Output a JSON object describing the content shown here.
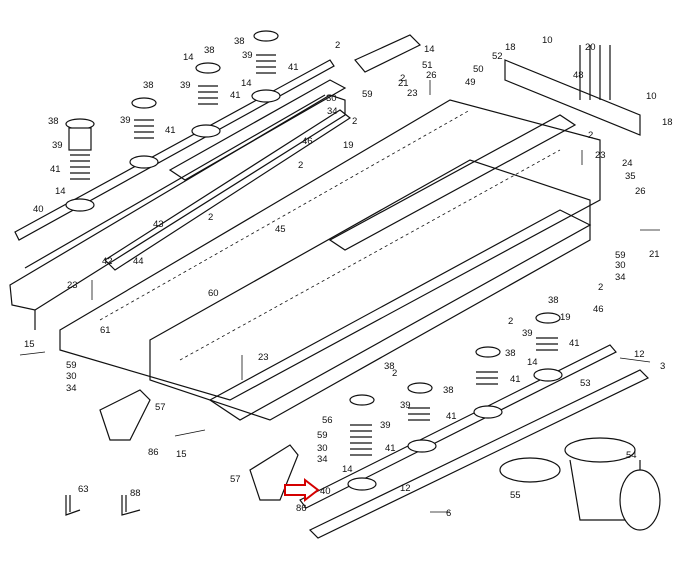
{
  "diagram": {
    "callouts": [
      {
        "id": "c38a",
        "text": "38"
      },
      {
        "id": "c39a",
        "text": "39"
      },
      {
        "id": "c41a",
        "text": "41"
      },
      {
        "id": "c14a",
        "text": "14"
      },
      {
        "id": "c38b",
        "text": "38"
      },
      {
        "id": "c39b",
        "text": "39"
      },
      {
        "id": "c41b",
        "text": "41"
      },
      {
        "id": "c14b",
        "text": "14"
      },
      {
        "id": "c38c",
        "text": "38"
      },
      {
        "id": "c39c",
        "text": "39"
      },
      {
        "id": "c41c",
        "text": "41"
      },
      {
        "id": "c38d",
        "text": "38"
      },
      {
        "id": "c39d",
        "text": "39"
      },
      {
        "id": "c41d",
        "text": "41"
      },
      {
        "id": "c14d",
        "text": "14"
      },
      {
        "id": "c40a",
        "text": "40"
      },
      {
        "id": "c42",
        "text": "42"
      },
      {
        "id": "c43",
        "text": "43"
      },
      {
        "id": "c44",
        "text": "44"
      },
      {
        "id": "c45",
        "text": "45"
      },
      {
        "id": "c2a",
        "text": "2"
      },
      {
        "id": "c2b",
        "text": "2"
      },
      {
        "id": "c2c",
        "text": "2"
      },
      {
        "id": "c2d",
        "text": "2"
      },
      {
        "id": "c2e",
        "text": "2"
      },
      {
        "id": "c2f",
        "text": "2"
      },
      {
        "id": "c2g",
        "text": "2"
      },
      {
        "id": "c2h",
        "text": "2"
      },
      {
        "id": "c2i",
        "text": "2"
      },
      {
        "id": "c21a",
        "text": "21"
      },
      {
        "id": "c21b",
        "text": "21"
      },
      {
        "id": "c23a",
        "text": "23"
      },
      {
        "id": "c23b",
        "text": "23"
      },
      {
        "id": "c23c",
        "text": "23"
      },
      {
        "id": "c23d",
        "text": "23"
      },
      {
        "id": "c30a",
        "text": "30"
      },
      {
        "id": "c59a",
        "text": "59"
      },
      {
        "id": "c34a",
        "text": "34"
      },
      {
        "id": "c46a",
        "text": "46"
      },
      {
        "id": "c19a",
        "text": "19"
      },
      {
        "id": "c14e",
        "text": "14"
      },
      {
        "id": "c51",
        "text": "51"
      },
      {
        "id": "c26a",
        "text": "26"
      },
      {
        "id": "c52",
        "text": "52"
      },
      {
        "id": "c50",
        "text": "50"
      },
      {
        "id": "c49",
        "text": "49"
      },
      {
        "id": "c18a",
        "text": "18"
      },
      {
        "id": "c10a",
        "text": "10"
      },
      {
        "id": "c20",
        "text": "20"
      },
      {
        "id": "c48",
        "text": "48"
      },
      {
        "id": "c10b",
        "text": "10"
      },
      {
        "id": "c18b",
        "text": "18"
      },
      {
        "id": "c24",
        "text": "24"
      },
      {
        "id": "c35",
        "text": "35"
      },
      {
        "id": "c26b",
        "text": "26"
      },
      {
        "id": "c59b",
        "text": "59"
      },
      {
        "id": "c30b",
        "text": "30"
      },
      {
        "id": "c34b",
        "text": "34"
      },
      {
        "id": "c46b",
        "text": "46"
      },
      {
        "id": "c19b",
        "text": "19"
      },
      {
        "id": "c38e",
        "text": "38"
      },
      {
        "id": "c60",
        "text": "60"
      },
      {
        "id": "c61",
        "text": "61"
      },
      {
        "id": "c15a",
        "text": "15"
      },
      {
        "id": "c59c",
        "text": "59"
      },
      {
        "id": "c30c",
        "text": "30"
      },
      {
        "id": "c34c",
        "text": "34"
      },
      {
        "id": "c57a",
        "text": "57"
      },
      {
        "id": "c86a",
        "text": "86"
      },
      {
        "id": "c15b",
        "text": "15"
      },
      {
        "id": "c56",
        "text": "56"
      },
      {
        "id": "c59d",
        "text": "59"
      },
      {
        "id": "c30d",
        "text": "30"
      },
      {
        "id": "c34d",
        "text": "34"
      },
      {
        "id": "c57b",
        "text": "57"
      },
      {
        "id": "c86b",
        "text": "86"
      },
      {
        "id": "c40b",
        "text": "40"
      },
      {
        "id": "c39e",
        "text": "39"
      },
      {
        "id": "c41e",
        "text": "41"
      },
      {
        "id": "c14f",
        "text": "14"
      },
      {
        "id": "c38f",
        "text": "38"
      },
      {
        "id": "c39f",
        "text": "39"
      },
      {
        "id": "c41f",
        "text": "41"
      },
      {
        "id": "c38g",
        "text": "38"
      },
      {
        "id": "c41g",
        "text": "41"
      },
      {
        "id": "c39g",
        "text": "39"
      },
      {
        "id": "c14g",
        "text": "14"
      },
      {
        "id": "c38h",
        "text": "38"
      },
      {
        "id": "c12a",
        "text": "12"
      },
      {
        "id": "c12b",
        "text": "12"
      },
      {
        "id": "c3",
        "text": "3"
      },
      {
        "id": "c53",
        "text": "53"
      },
      {
        "id": "c54",
        "text": "54"
      },
      {
        "id": "c55",
        "text": "55"
      },
      {
        "id": "c6",
        "text": "6"
      },
      {
        "id": "c63",
        "text": "63"
      },
      {
        "id": "c88",
        "text": "88"
      },
      {
        "id": "c41h",
        "text": "41"
      }
    ]
  }
}
